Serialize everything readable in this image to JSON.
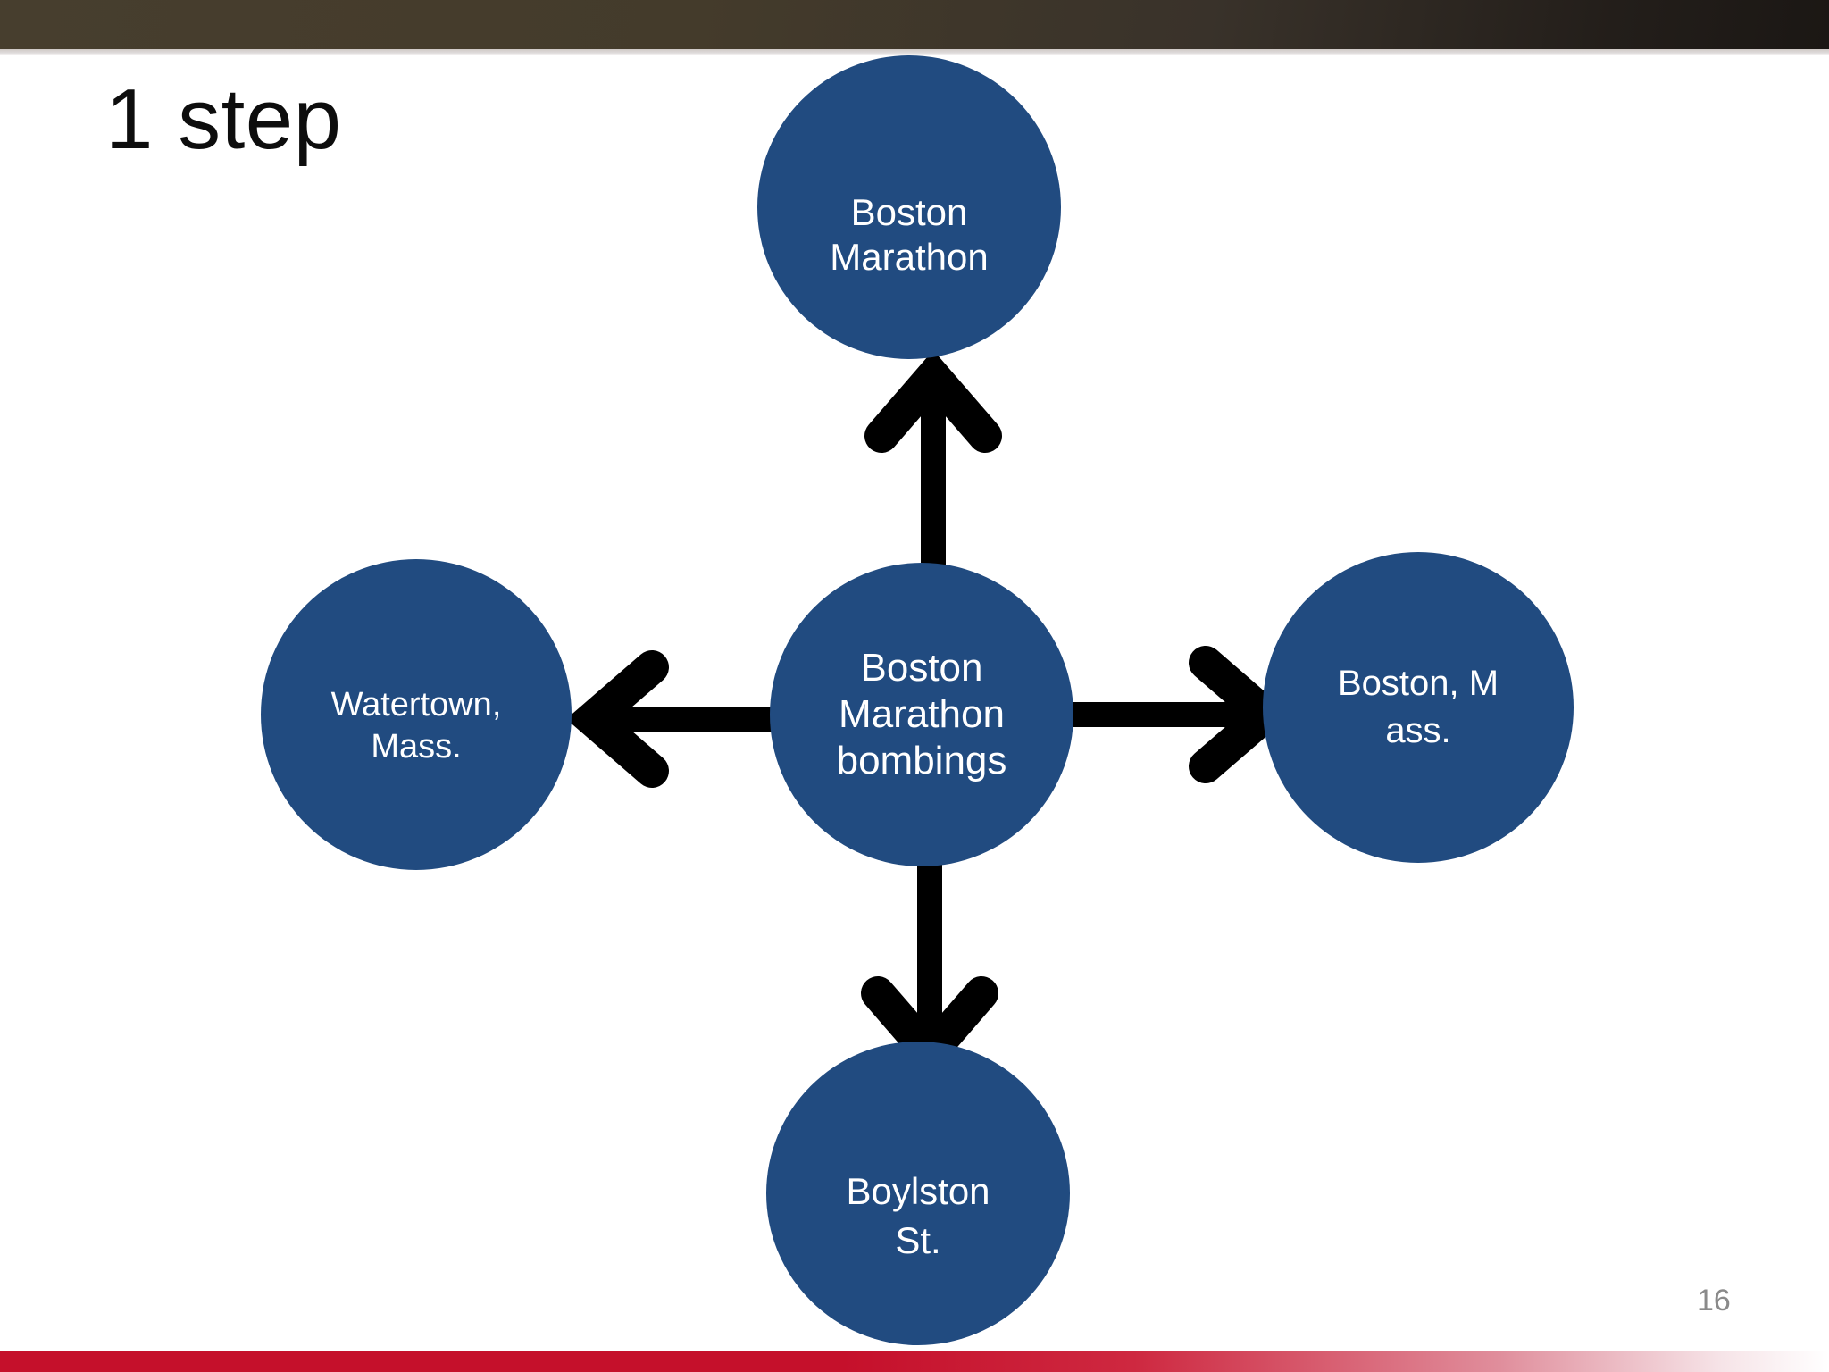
{
  "slide": {
    "title": "1 step",
    "page_number": "16",
    "background_color": "#FFFFFF",
    "top_bar_color": "#443B2B",
    "bottom_bar_color": "#C5102B",
    "node_color": "#214B80",
    "node_text_color": "#FFFFFF",
    "arrow_color": "#000000",
    "page_number_color": "#8A8A8A"
  },
  "diagram": {
    "type": "radial-network",
    "center": {
      "id": "boston-marathon-bombings",
      "label": "Boston\nMarathon\nbombings"
    },
    "nodes": [
      {
        "id": "boston-marathon",
        "label": "Boston\nMarathon",
        "position": "top"
      },
      {
        "id": "watertown-mass",
        "label": "Watertown,\nMass.",
        "position": "left"
      },
      {
        "id": "boston-mass",
        "label": "Boston, M\nass.",
        "position": "right"
      },
      {
        "id": "boylston-st",
        "label": "Boylston\nSt.",
        "position": "bottom"
      }
    ],
    "edges": [
      {
        "from": "boston-marathon-bombings",
        "to": "boston-marathon",
        "direction": "up"
      },
      {
        "from": "boston-marathon-bombings",
        "to": "watertown-mass",
        "direction": "left"
      },
      {
        "from": "boston-marathon-bombings",
        "to": "boston-mass",
        "direction": "right"
      },
      {
        "from": "boston-marathon-bombings",
        "to": "boylston-st",
        "direction": "down"
      }
    ]
  }
}
